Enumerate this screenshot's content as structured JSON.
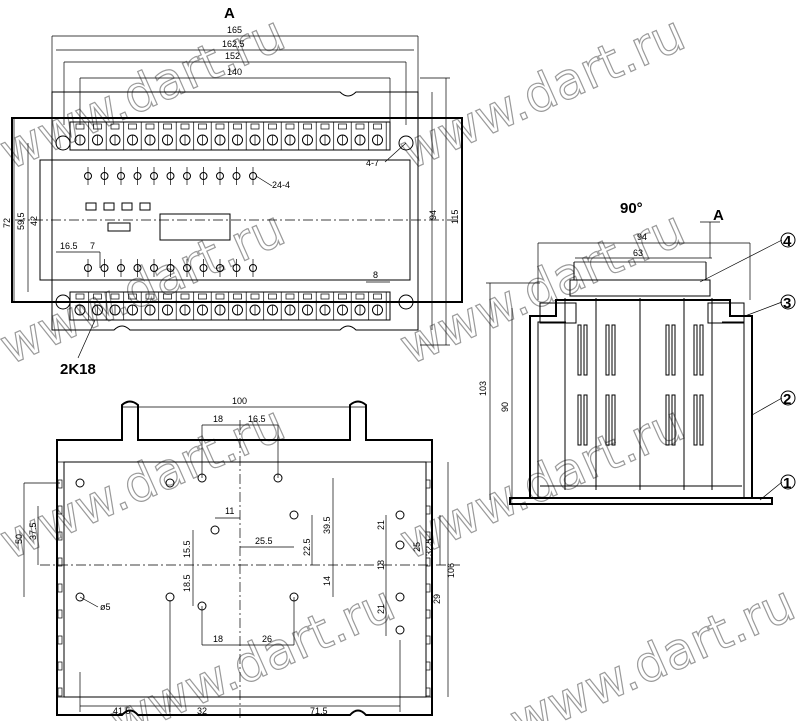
{
  "view_labels": {
    "top_view": "A",
    "section_view": "90°",
    "section_arrow": "A"
  },
  "parts": [
    "1",
    "2",
    "3",
    "4"
  ],
  "labels": {
    "screw": "4-7",
    "holes": "24-4",
    "terminals": "2K18",
    "bottom_hole": "ø5"
  },
  "dims_top": {
    "w165": "165",
    "w162_5": "162,5",
    "w152": "152",
    "w140": "140",
    "h72": "72",
    "h59_5": "59,5",
    "h42": "42",
    "h94": "94",
    "h115": "115",
    "d16_5": "16.5",
    "d7": "7",
    "d8": "8"
  },
  "dims_section": {
    "w94": "94",
    "w63": "63",
    "h103": "103",
    "h90": "90"
  },
  "dims_bottom": {
    "w100": "100",
    "d18a": "18",
    "d16_5": "16.5",
    "d11": "11",
    "d15_5": "15.5",
    "d25_5": "25.5",
    "d22_5": "22.5",
    "d39_5": "39.5",
    "d14": "14",
    "d18_5": "18.5",
    "d18b": "18",
    "d26": "26",
    "d50": "50",
    "d37_5": "37.5",
    "d21a": "21",
    "d18c": "18",
    "d21b": "21",
    "d25": "25",
    "d32_5": "32.5",
    "d106": "106",
    "d29": "29",
    "d41_5": "41.5",
    "d32": "32",
    "d71_5": "71.5"
  },
  "watermark": "www.dart.ru"
}
